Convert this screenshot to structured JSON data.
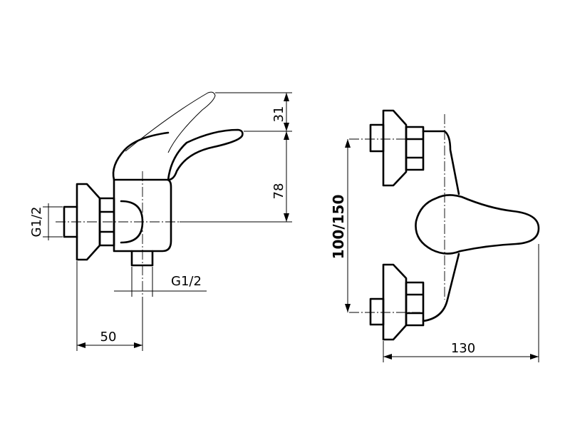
{
  "dimensions": {
    "thread_inlet": "G1/2",
    "thread_outlet": "G1/2",
    "depth_left": "50",
    "lever_travel": "31",
    "height_axis_to_lever": "78",
    "center_distance": "100/150",
    "body_width": "130"
  }
}
